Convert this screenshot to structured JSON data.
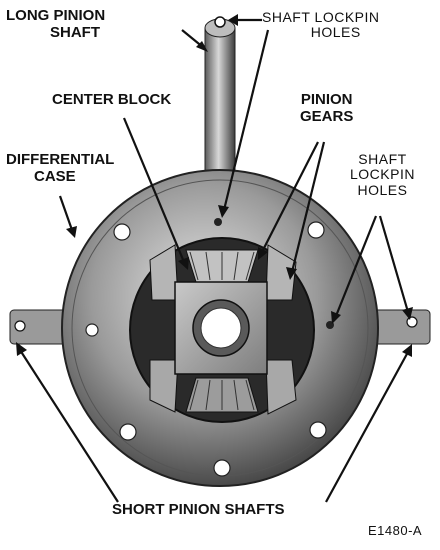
{
  "labels": {
    "long_pinion_shaft": [
      "LONG PINION",
      "SHAFT"
    ],
    "shaft_lockpin_holes_top": [
      "SHAFT LOCKPIN",
      "HOLES"
    ],
    "center_block": "CENTER BLOCK",
    "pinion_gears": [
      "PINION",
      "GEARS"
    ],
    "differential_case": [
      "DIFFERENTIAL",
      "CASE"
    ],
    "shaft_lockpin_holes_right": [
      "SHAFT",
      "LOCKPIN",
      "HOLES"
    ],
    "short_pinion_shafts": "SHORT PINION SHAFTS",
    "figure_id": "E1480-A"
  },
  "colors": {
    "ink": "#111111",
    "metal_dark": "#4a4a4a",
    "metal_mid": "#8c8c8c",
    "metal_light": "#cfcfcf",
    "background": "#ffffff"
  }
}
